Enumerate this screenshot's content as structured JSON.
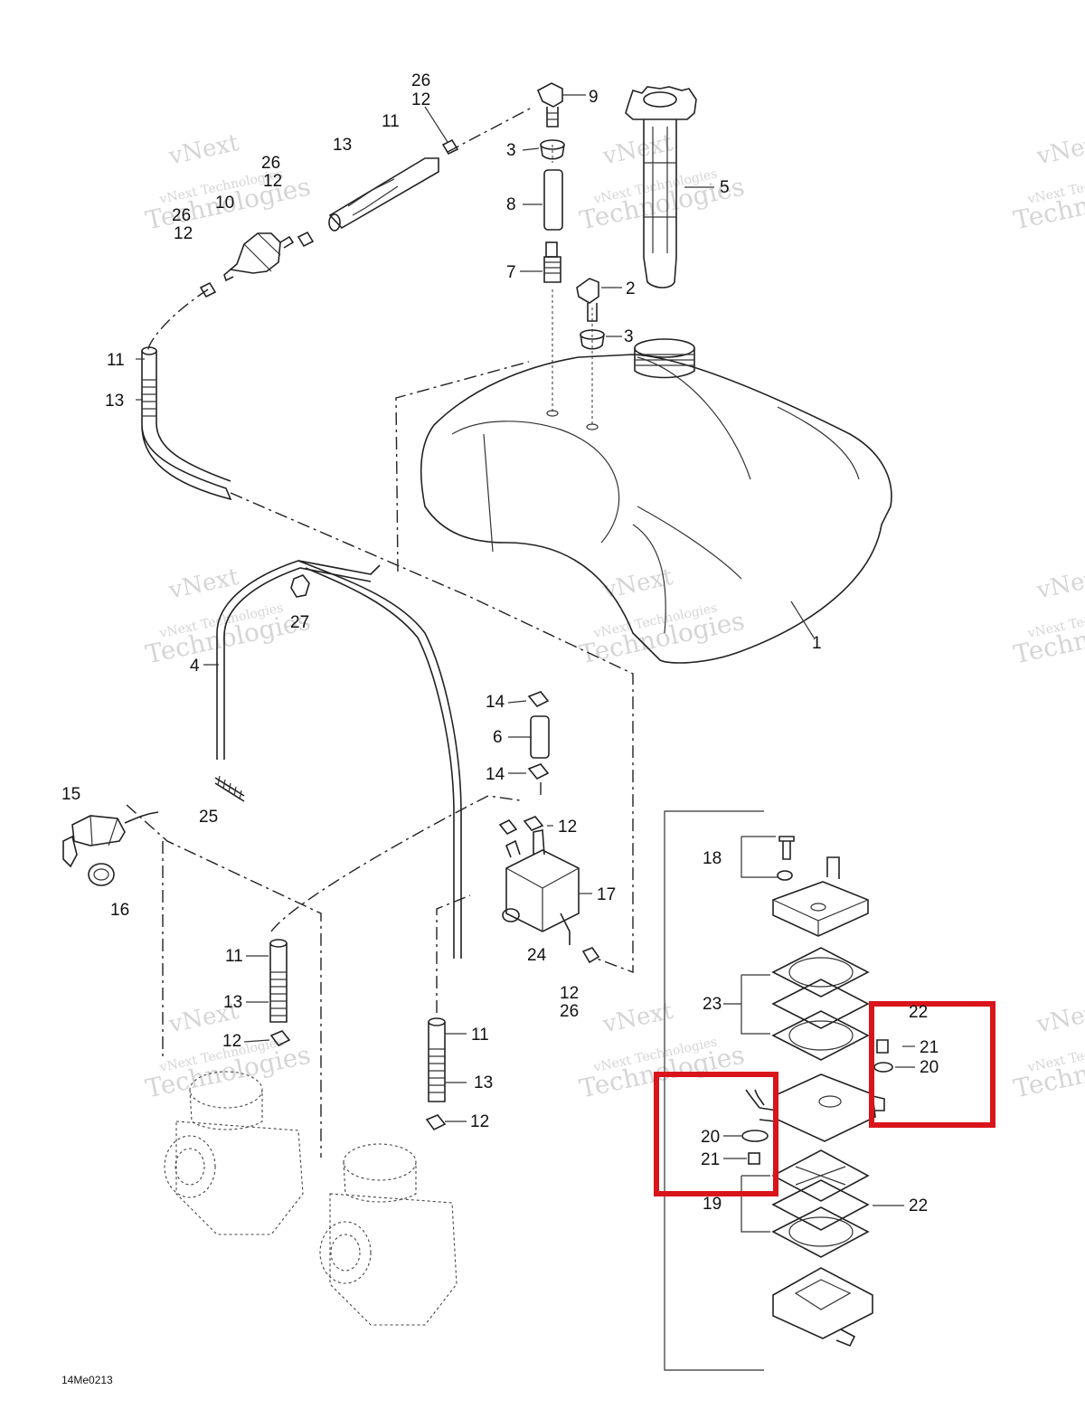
{
  "callouts": {
    "c1": "1",
    "c2": "2",
    "c3a": "3",
    "c3b": "3",
    "c4": "4",
    "c5": "5",
    "c6": "6",
    "c7": "7",
    "c8": "8",
    "c9": "9",
    "c10": "10",
    "c11a": "11",
    "c11b": "11",
    "c11c": "11",
    "c11d": "11",
    "c12a": "12",
    "c12b": "12",
    "c12c": "12",
    "c12d": "12",
    "c12e": "12",
    "c12f": "12",
    "c12g": "12",
    "c13a": "13",
    "c13b": "13",
    "c13c": "13",
    "c13d": "13",
    "c14a": "14",
    "c14b": "14",
    "c15": "15",
    "c16": "16",
    "c17": "17",
    "c18": "18",
    "c19": "19",
    "c20a": "20",
    "c20b": "20",
    "c21a": "21",
    "c21b": "21",
    "c22a": "22",
    "c22b": "22",
    "c23": "23",
    "c24": "24",
    "c25": "25",
    "c26a": "26",
    "c26b": "26",
    "c26c": "26",
    "c26d": "26",
    "c27": "27"
  },
  "watermark": {
    "line1": "vNext",
    "line2": "vNext Technologies",
    "line3": "Technologies"
  },
  "drawing_code": "14Me0213",
  "highlight_color": "#d9141b"
}
